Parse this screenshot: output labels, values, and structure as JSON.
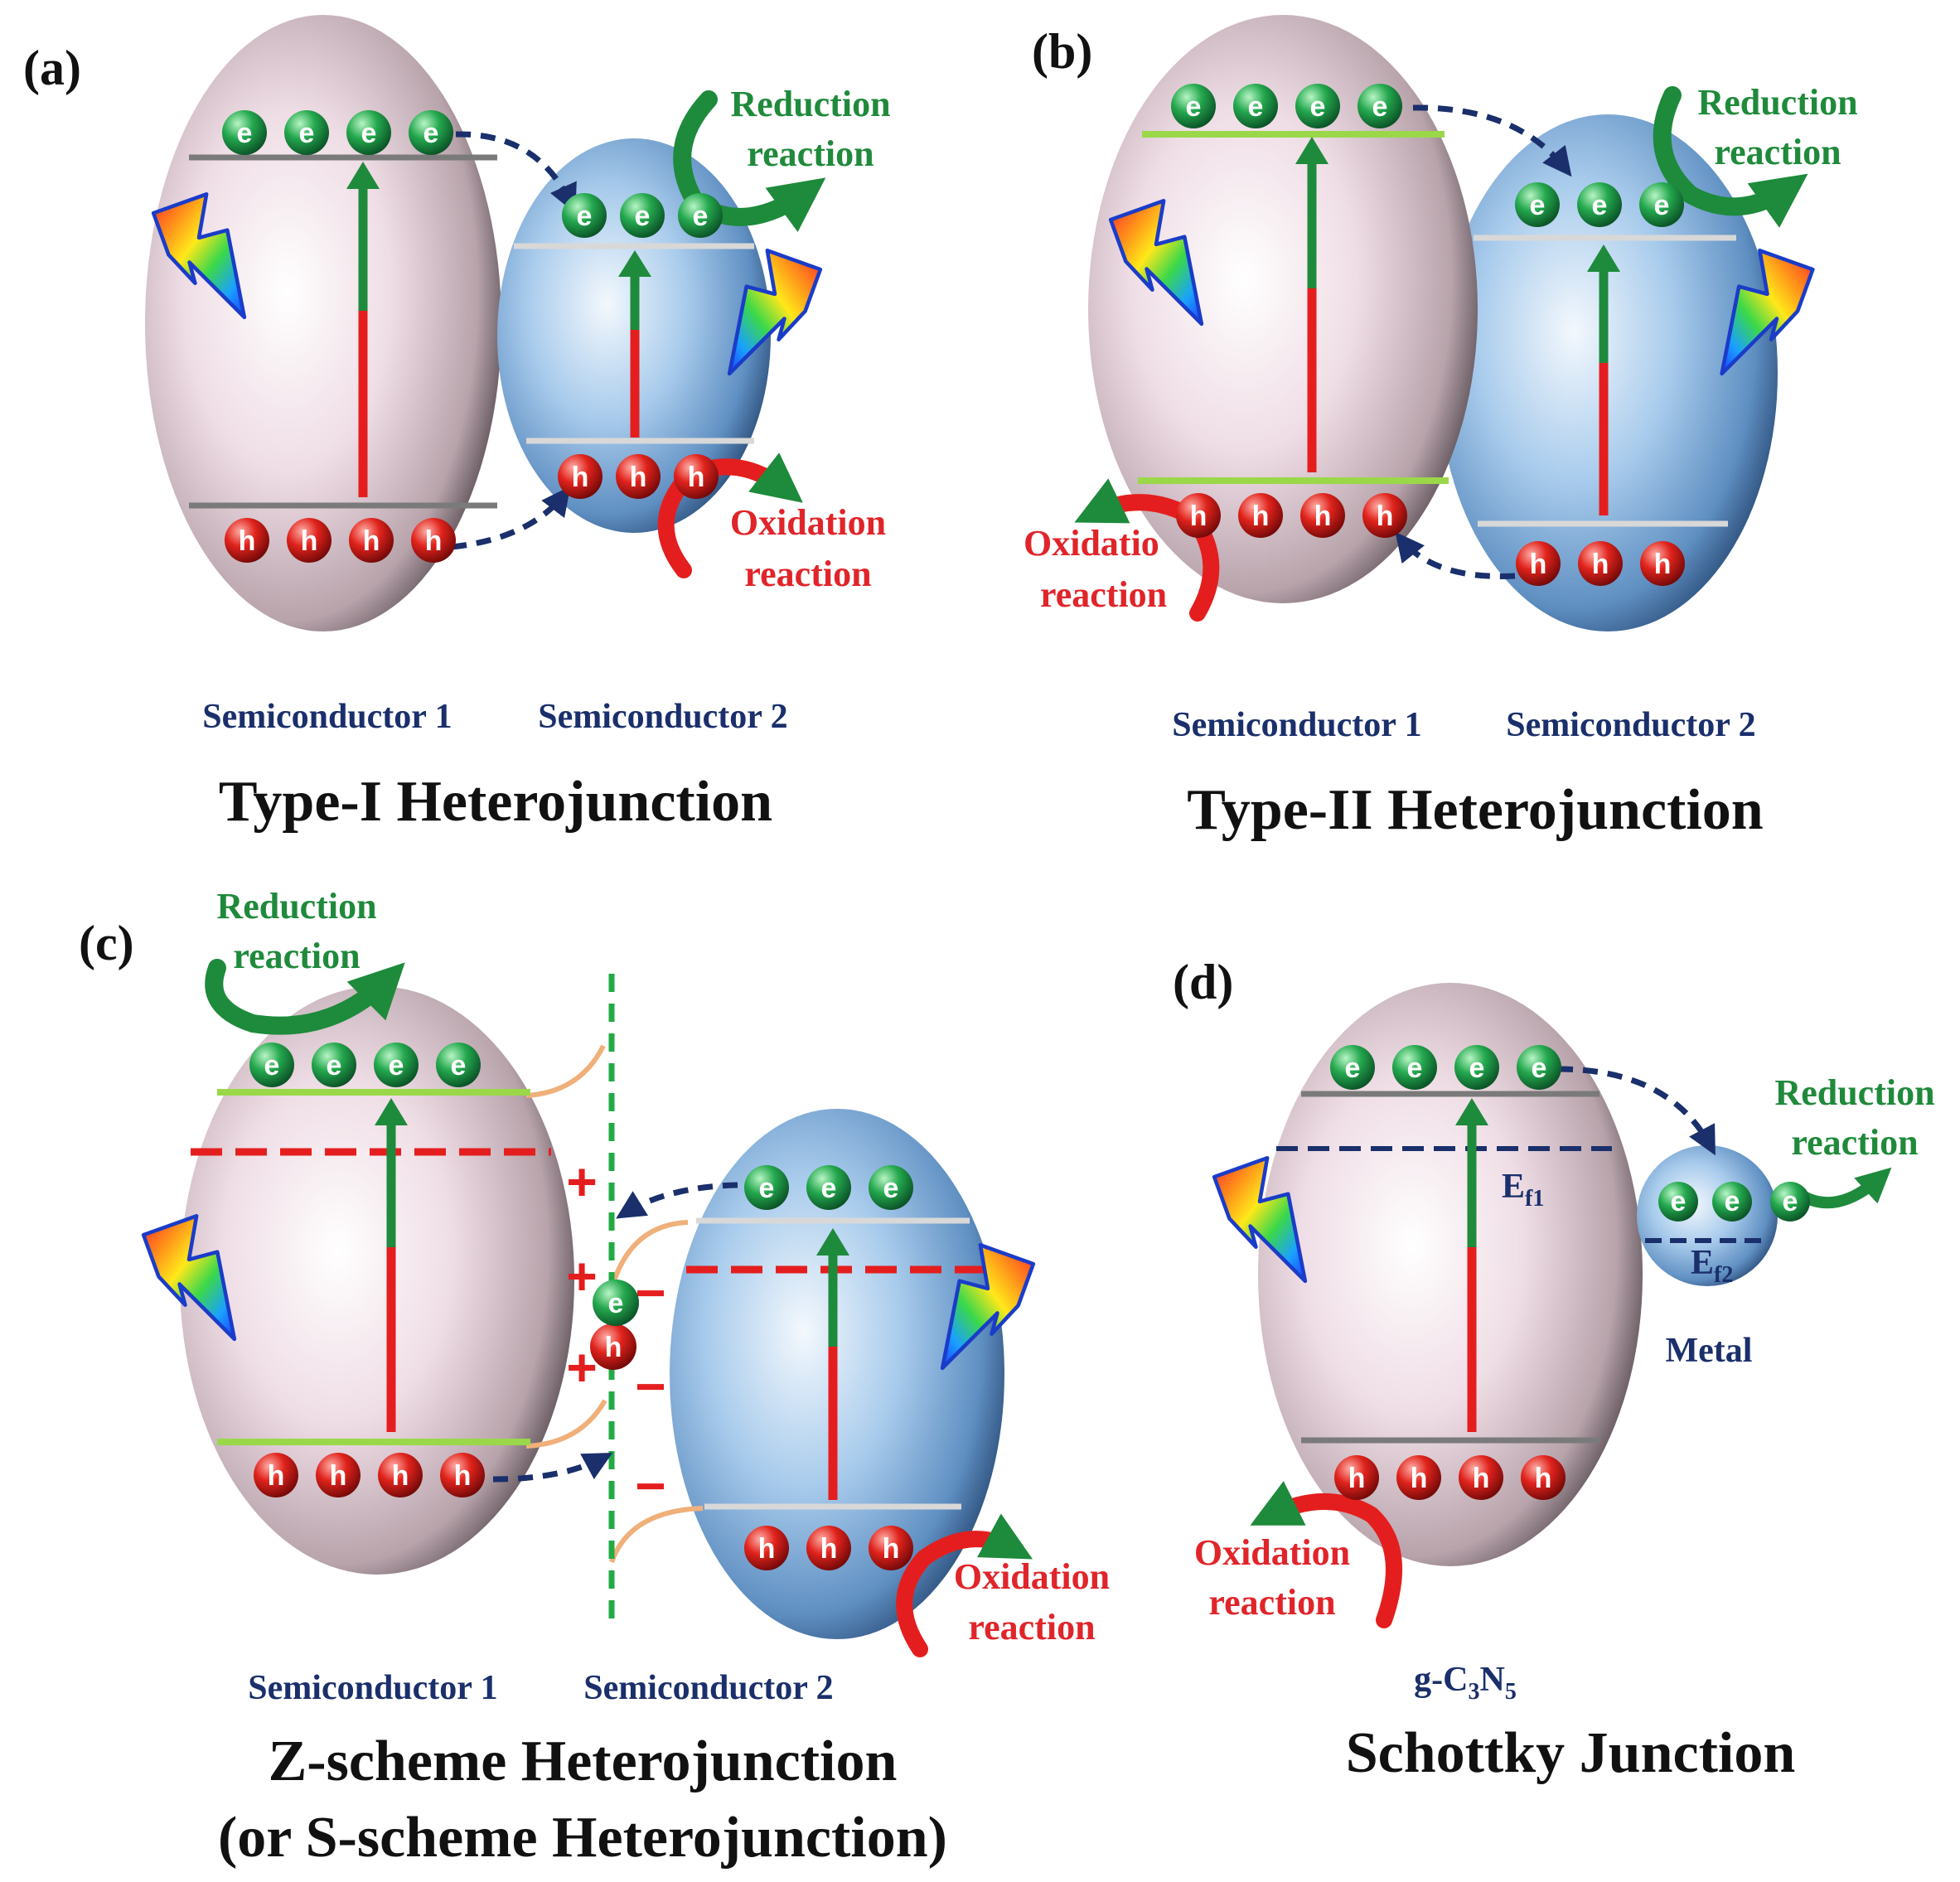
{
  "colors": {
    "electron": "#1a9a4a",
    "hole": "#d91e1e",
    "navy": "#1a2f6b",
    "green_text": "#1f8a3b",
    "red_text": "#e0252a"
  },
  "carrier_symbols": {
    "electron": "e",
    "hole": "h"
  },
  "panels": {
    "a": {
      "letter": "(a)",
      "reduction": [
        "Reduction",
        "reaction"
      ],
      "oxidation": [
        "Oxidation",
        "reaction"
      ],
      "sc1": "Semiconductor 1",
      "sc2": "Semiconductor 2",
      "title": "Type-I Heterojunction"
    },
    "b": {
      "letter": "(b)",
      "reduction": [
        "Reduction",
        "reaction"
      ],
      "oxidation": [
        "Oxidatio",
        "reaction"
      ],
      "sc1": "Semiconductor 1",
      "sc2": "Semiconductor 2",
      "title": "Type-II Heterojunction"
    },
    "c": {
      "letter": "(c)",
      "reduction": [
        "Reduction",
        "reaction"
      ],
      "oxidation": [
        "Oxidation",
        "reaction"
      ],
      "sc1": "Semiconductor 1",
      "sc2": "Semiconductor 2",
      "title_line1": "Z-scheme Heterojunction",
      "title_line2": "(or S-scheme Heterojunction)",
      "plus": "+",
      "minus": "−"
    },
    "d": {
      "letter": "(d)",
      "reduction": [
        "Reduction",
        "reaction"
      ],
      "oxidation": [
        "Oxidation",
        "reaction"
      ],
      "ef1_main": "E",
      "ef1_sub": "f1",
      "ef2_main": "E",
      "ef2_sub": "f2",
      "metal": "Metal",
      "material_prefix": "g-C",
      "material_sub1": "3",
      "material_mid": "N",
      "material_sub2": "5",
      "title": "Schottky Junction"
    }
  }
}
